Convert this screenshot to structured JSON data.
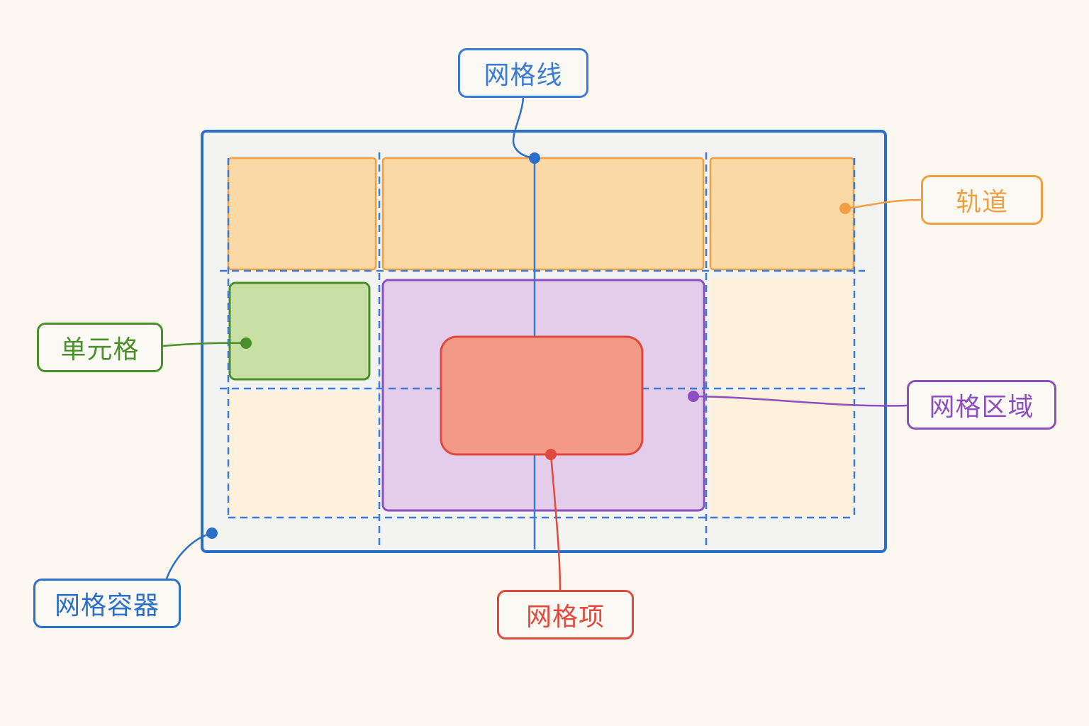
{
  "colors": {
    "background": "#fdf8ef",
    "container": "#2a6fc9",
    "container_fill": "#f3f3f2",
    "grid_line": "#3a7bd5",
    "track": "#f0a040",
    "track_fill": "#fbd9a5",
    "cell": "#4a8f2a",
    "cell_fill": "#c9e0a5",
    "area": "#8d4fc0",
    "area_fill": "#e3cdea",
    "item": "#e04a3c",
    "item_fill": "#f39a86",
    "empty_cell_fill": "#fdf0dc"
  },
  "labels": {
    "grid_line": "网格线",
    "track": "轨道",
    "cell": "单元格",
    "area": "网格区域",
    "container": "网格容器",
    "item": "网格项"
  }
}
